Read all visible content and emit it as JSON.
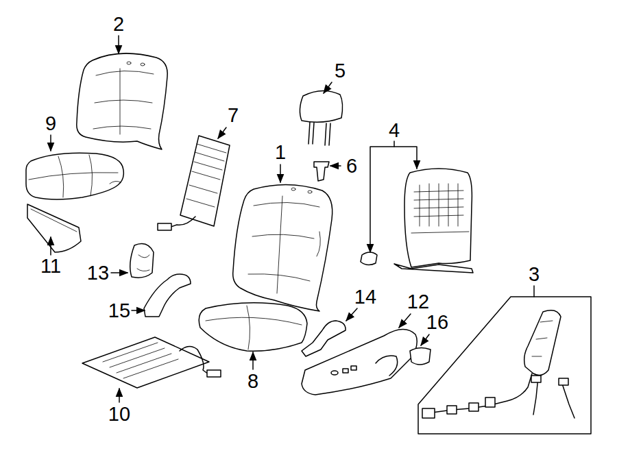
{
  "diagram": {
    "labels": [
      "2",
      "5",
      "9",
      "7",
      "1",
      "6",
      "4",
      "3",
      "11",
      "13",
      "14",
      "12",
      "16",
      "15",
      "8",
      "10"
    ]
  }
}
